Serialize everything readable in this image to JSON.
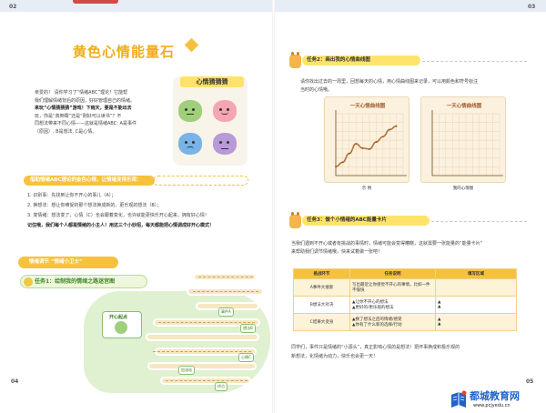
{
  "header": {
    "left_page": "02",
    "right_page": "03"
  },
  "footer": {
    "left_page": "04",
    "right_page": "05"
  },
  "left": {
    "title": "黄色心情能量石",
    "card_label": "心情猜猜猜",
    "intro_lines": [
      "亲爱的！ 请你学习了“情绪ABC”理论！它能帮",
      "我们理解情绪背后的原因，好好管理自己的情绪。",
      "来玩“心情猜猜猜”游戏！下雨天，要是不能出去",
      "玩，你是“真倒霉”还是“刚好可以读书”？不",
      "同想法带来不同心情——这就是情绪ABC: A是事件",
      "（原因）, B是想法, C是心情。"
    ],
    "banner1": "借助情绪ABC理论的金色心情，让情绪变得乐观：",
    "steps": [
      "1. 识别事：先找到让你不开心的事儿（A）；",
      "2. 换想法：想让你难受的那个想法换成新的、更乐观的想法（B）；",
      "3. 变情绪：想法变了，心情（C）也会跟着变化，也许就能更快乐开心起来，拥有好心情！"
    ],
    "conclusion": "记住哦，我们每个人都是情绪的小主人！用这三个小妙招，每天都能把心情调成好开心模式！",
    "bottom_banner": "情绪调节 “情绪小卫士”",
    "task1": "任务1：绘制我的情绪之路迷宫图",
    "maze_start": "开心起点",
    "maze_stations": [
      "事件A",
      "想法B",
      "心情C",
      "加油站",
      "终点"
    ]
  },
  "right": {
    "task2_title": "任务2：画出我的心情曲线图",
    "task2_text": [
      "请你找出过去的一周里，回想每天的心情，用心情曲线图来记录，可以用颜色和符号标注",
      "当时的心情哦。"
    ],
    "chart1_title": "一天心情曲线图",
    "chart2_title": "一天心情曲线图",
    "chart1_caption": "示 例",
    "chart2_caption": "我的心情图",
    "task3_title": "任务3：做个小情绪的ABC能量卡片",
    "task3_text": [
      "当我们遇到不开心或者有挑战的事情时，情绪可能会变得糟糕，这就需要一张能量的“能量卡片”",
      "来帮助我们调节情绪哦，快来试着做一张吧！"
    ],
    "table": {
      "headers": [
        "挑战环节",
        "任务说明",
        "填写区域"
      ],
      "rows": [
        {
          "a": "A事件大搜索",
          "b": "写出最近让你感觉不开心的事情，比如一件不愉快",
          "c": ""
        },
        {
          "a": "B想法大对决",
          "b": "▲让你不开心的想法\n▲更好的/更乐观的想法",
          "c": "▲\n▲"
        },
        {
          "a": "C结果大变身",
          "b": "▲换了想法之后的情绪/感受\n▲你有了什么新的选择/行动",
          "c": "▲\n▲"
        }
      ]
    },
    "closing": [
      "同学们，事件只是情绪的“小源头”，真正影响心情的是想法！把坏事换成积极乐观的",
      "新想法，化情绪为动力，快乐也会更一天！"
    ]
  },
  "watermark": {
    "name": "都城教育网",
    "url": "www.pcjyedu.cn"
  },
  "colors": {
    "accent": "#f6c23e",
    "title": "#f0ad1d",
    "green": "#3e8a24",
    "brand": "#1f64c8"
  },
  "chart_data": [
    {
      "type": "line",
      "title": "一天心情曲线图",
      "x": [
        0,
        1,
        2,
        3,
        4,
        5,
        6,
        7,
        8,
        9
      ],
      "series": [
        {
          "values": [
            1.0,
            1.5,
            2.5,
            3.6,
            3.1,
            3.0,
            3.8,
            4.4,
            5.2,
            5.6
          ]
        }
      ],
      "xlim": [
        0,
        10
      ],
      "ylim": [
        0,
        7
      ],
      "grid": true
    },
    {
      "type": "line",
      "title": "一天心情曲线图",
      "x": [],
      "series": [],
      "xlim": [
        0,
        10
      ],
      "ylim": [
        0,
        7
      ],
      "grid": true
    }
  ]
}
